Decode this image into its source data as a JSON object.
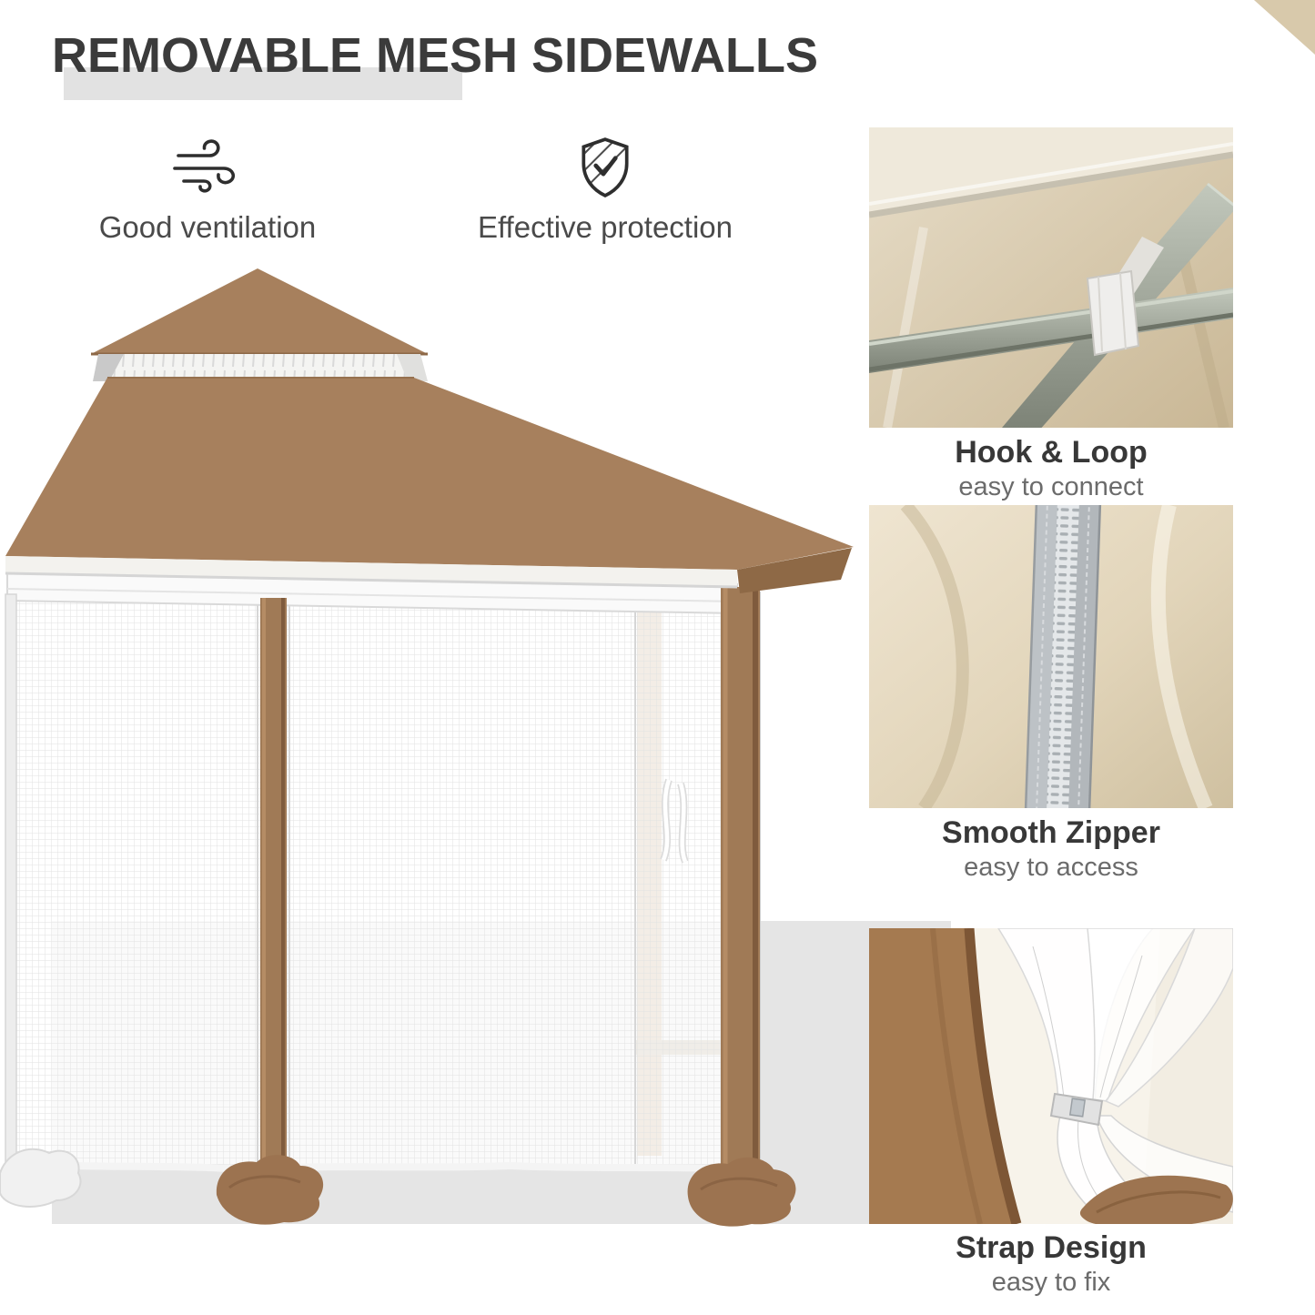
{
  "header": {
    "title": "REMOVABLE MESH SIDEWALLS"
  },
  "features": [
    {
      "label": "Good ventilation",
      "icon": "wind-icon"
    },
    {
      "label": "Effective protection",
      "icon": "shield-check-icon"
    }
  ],
  "callouts": [
    {
      "title": "Hook & Loop",
      "subtitle": "easy to connect",
      "image": "hook-loop-photo"
    },
    {
      "title": "Smooth Zipper",
      "subtitle": "easy to access",
      "image": "zipper-photo"
    },
    {
      "title": "Strap Design",
      "subtitle": "easy to fix",
      "image": "strap-photo"
    }
  ],
  "colors": {
    "canopy_brown": "#a7805d",
    "post_brown": "#a07a56",
    "dark_trim_brown": "#8e6946",
    "highlight_gray": "#e2e2e2",
    "backdrop_gray": "#e5e5e5",
    "title_text": "#3b3b3b",
    "body_text": "#4a4a4a",
    "caption_sub_text": "#6b6b6b",
    "beige_fabric": "#d8c9ab"
  }
}
